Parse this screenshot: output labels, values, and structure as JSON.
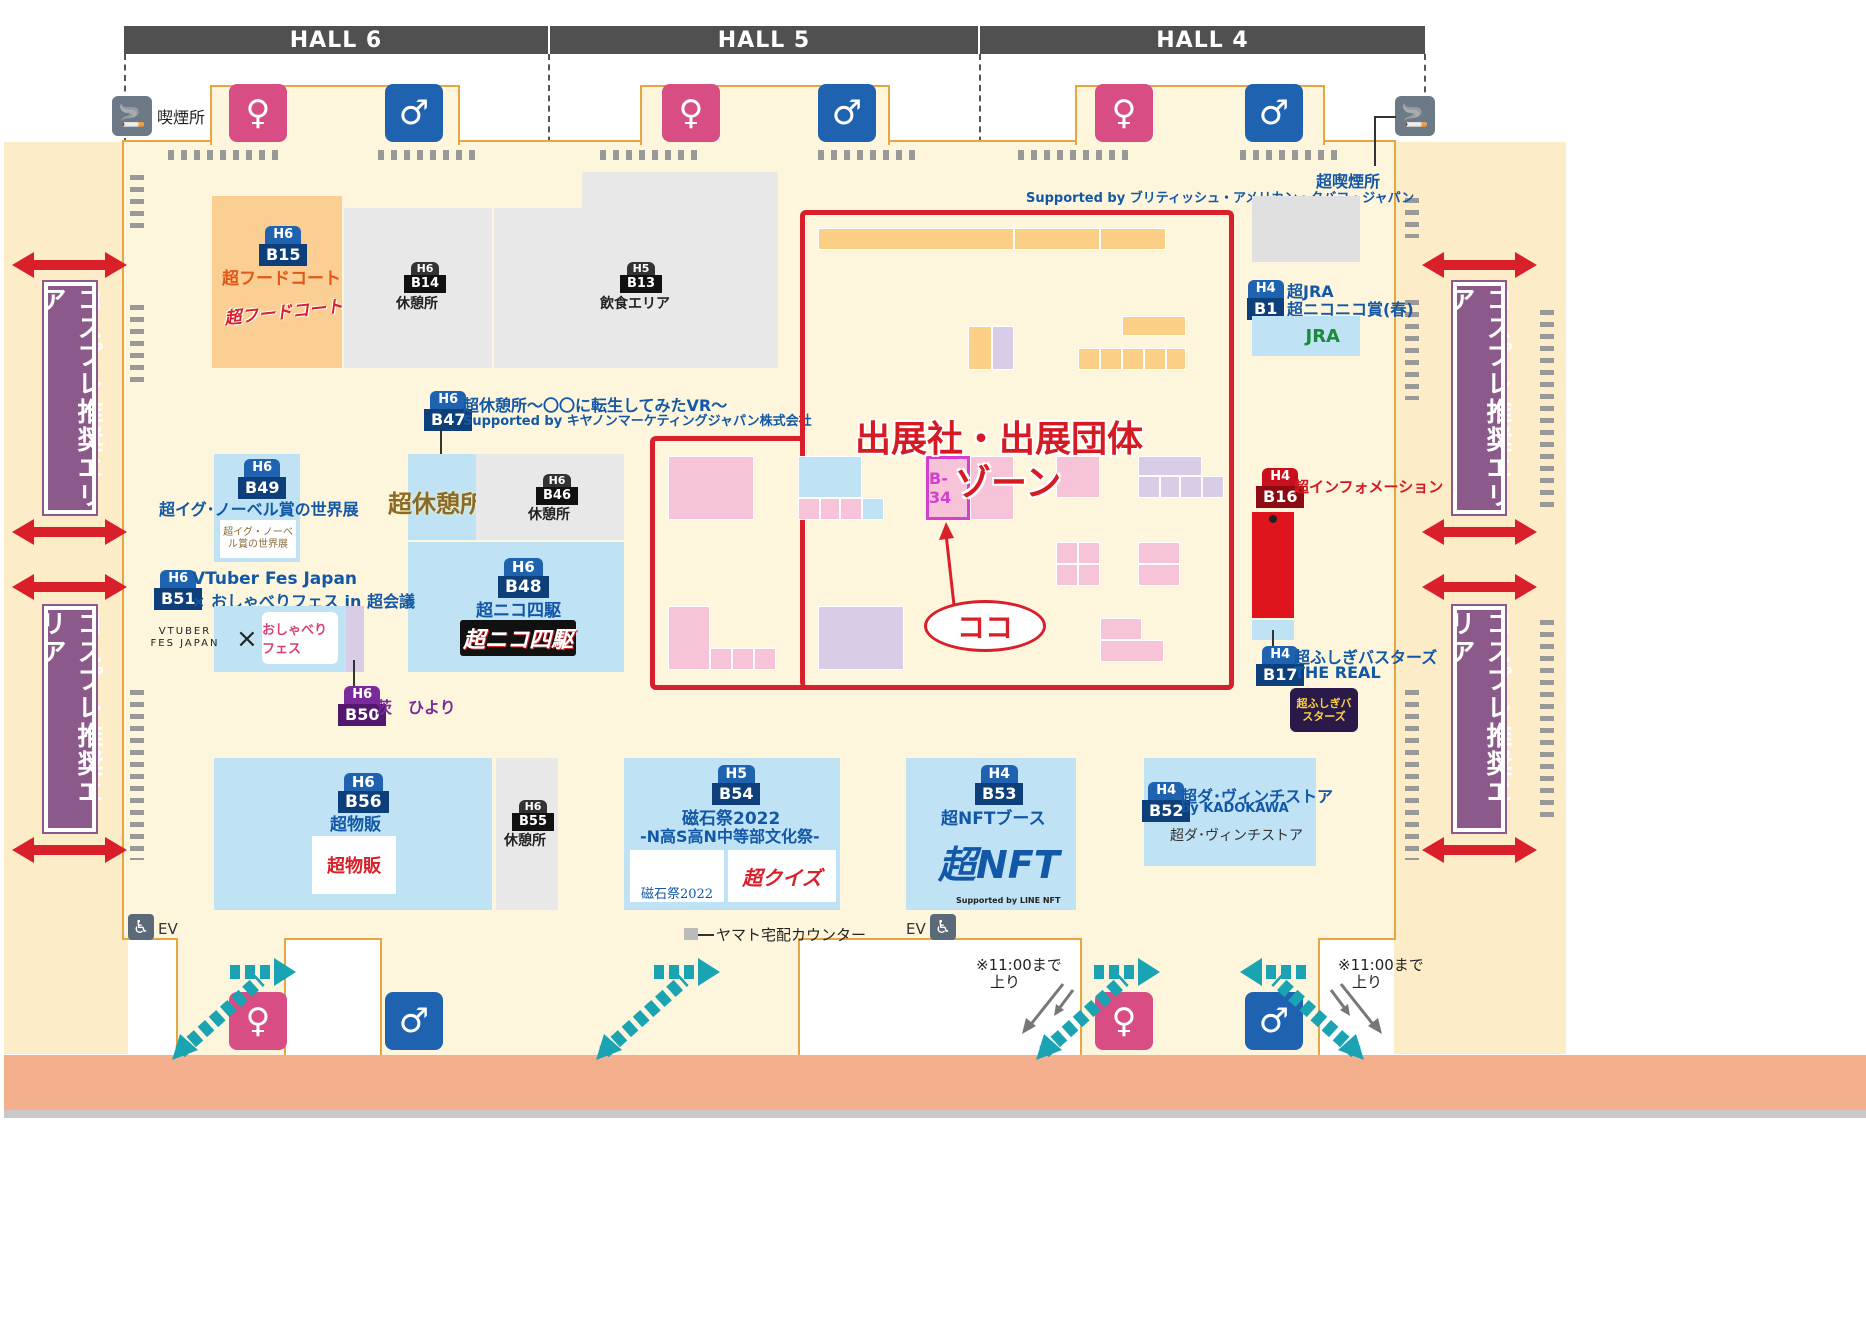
{
  "halls": [
    "HALL 6",
    "HALL 5",
    "HALL 4"
  ],
  "smoking": {
    "left": "喫煙所",
    "right_title": "超喫煙所",
    "right_sponsor": "Supported by ブリティッシュ・アメリカン・タバコ・ジャパン"
  },
  "cosplay_area": "コスプレ推奨エリア",
  "booths": {
    "b15": {
      "hall": "H6",
      "code": "B15",
      "name": "超フードコート",
      "logo": "超フードコート"
    },
    "b14": {
      "hall": "H6",
      "code": "B14",
      "name": "休憩所"
    },
    "b13": {
      "hall": "H5",
      "code": "B13",
      "name": "飲食エリア"
    },
    "b47": {
      "hall": "H6",
      "code": "B47",
      "name": "超休憩所〜〇〇に転生してみたVR〜",
      "sponsor": "Supported by キヤノンマーケティングジャパン株式会社",
      "logo": "超休憩所"
    },
    "b46": {
      "hall": "H6",
      "code": "B46",
      "name": "休憩所"
    },
    "b49": {
      "hall": "H6",
      "code": "B49",
      "name": "超イグ･ノーベル賞の世界展",
      "logo": "超イグ・ノーベル賞の世界展"
    },
    "b48": {
      "hall": "H6",
      "code": "B48",
      "name": "超ニコ四駆",
      "logo": "超ニコ四駆"
    },
    "b51": {
      "hall": "H6",
      "code": "B51",
      "name_line1": "VTuber Fes Japan",
      "name_line2": "× おしゃべりフェス in 超会議",
      "logo_left": "VTUBER FES JAPAN",
      "logo_x": "×",
      "logo_right": "おしゃべりフェス"
    },
    "b50": {
      "hall": "H6",
      "code": "B50",
      "name": "茨　ひより"
    },
    "b56": {
      "hall": "H6",
      "code": "B56",
      "name": "超物販",
      "logo": "超物販"
    },
    "b55": {
      "hall": "H6",
      "code": "B55",
      "name": "休憩所"
    },
    "b54": {
      "hall": "H5",
      "code": "B54",
      "name_line1": "磁石祭2022",
      "name_line2": "-N高S高N中等部文化祭-",
      "logo_left": "磁石祭2022",
      "logo_right": "超クイズ"
    },
    "b53": {
      "hall": "H4",
      "code": "B53",
      "name": "超NFTブース",
      "logo": "超NFT",
      "logo_sub": "Supported by LINE NFT"
    },
    "b52": {
      "hall": "H4",
      "code": "B52",
      "name_line1": "超ダ･ヴィンチストア",
      "name_line2": "by KADOKAWA",
      "logo": "超ダ･ヴィンチストア"
    },
    "b1": {
      "hall": "H4",
      "code": "B1",
      "name_line1": "超JRA",
      "name_line2": "超ニコニコ賞(春)",
      "logo": "JRA"
    },
    "b16": {
      "hall": "H4",
      "code": "B16",
      "name": "超インフォメーション"
    },
    "b17": {
      "hall": "H4",
      "code": "B17",
      "name_line1": "超ふしぎバスターズ",
      "name_line2": "THE REAL",
      "logo": "超ふしぎバスターズ"
    }
  },
  "zone": {
    "title_line1": "出展社・出展団体",
    "title_line2": "ゾーン",
    "highlight_booth": "B-34",
    "callout": "ココ"
  },
  "facilities": {
    "ev": "EV",
    "yamato": "ヤマト宅配カウンター",
    "until_note_1": "※11:00まで",
    "until_note_2": "上り"
  },
  "colors": {
    "accent_red": "#d9202a",
    "booth_blue": "#1358a6",
    "floor": "#fdf6dc",
    "cosplay": "#8c5a8a",
    "teal_arrow": "#1aa3b2"
  },
  "icons": [
    "smoking-icon",
    "female-restroom-icon",
    "male-restroom-icon",
    "wheelchair-icon",
    "double-arrow-icon",
    "escalator-arrow-icon"
  ]
}
